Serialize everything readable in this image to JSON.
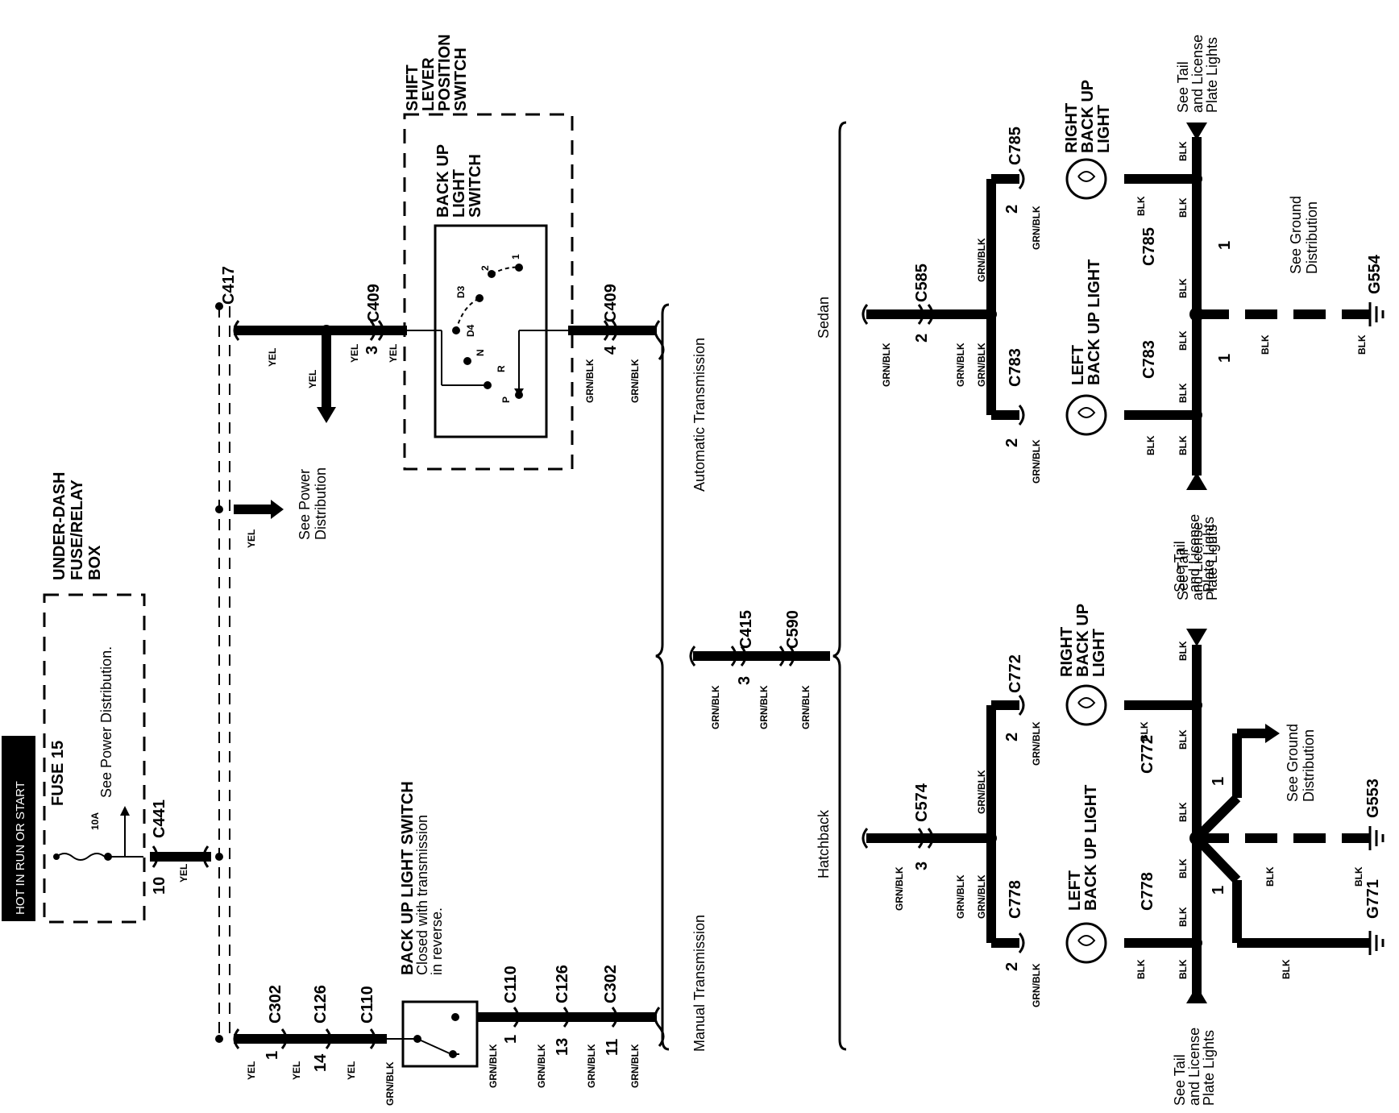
{
  "hot_label": "HOT IN RUN OR START",
  "fuse_box": {
    "title": "UNDER-DASH FUSE/RELAY BOX",
    "fuse": "FUSE 15",
    "rating": "10A",
    "note": "See Power Distribution."
  },
  "connectors": {
    "c441": "C441",
    "c417": "C417",
    "c409a": "C409",
    "c409b": "C409",
    "c302a": "C302",
    "c126a": "C126",
    "c110a": "C110",
    "c110b": "C110",
    "c126b": "C126",
    "c302b": "C302",
    "c415": "C415",
    "c590": "C590",
    "c574": "C574",
    "c585": "C585",
    "c778a": "C778",
    "c778b": "C778",
    "c772a": "C772",
    "c772b": "C772",
    "c783a": "C783",
    "c783b": "C783",
    "c785a": "C785",
    "c785b": "C785",
    "g553": "G553",
    "g554": "G554",
    "g771": "G771"
  },
  "wires": {
    "yel": "YEL",
    "grn_blk": "GRN/BLK",
    "blk": "BLK"
  },
  "pins": {
    "p10": "10",
    "p1": "1",
    "p14": "14",
    "p3": "3",
    "p4": "4",
    "p13": "13",
    "p11": "11",
    "p2": "2"
  },
  "switch_positions": {
    "p": "P",
    "r": "R",
    "n": "N",
    "d4": "D4",
    "d3": "D3",
    "two": "2",
    "one": "1"
  },
  "components": {
    "shift_lever": "SHIFT LEVER POSITION SWITCH",
    "backup_switch_auto": "BACK UP LIGHT SWITCH",
    "backup_switch_manual": "BACK UP LIGHT SWITCH",
    "backup_switch_note": "Closed with transmission in reverse.",
    "left_light": "LEFT BACK UP LIGHT",
    "right_light": "RIGHT BACK UP LIGHT"
  },
  "refs": {
    "power": "See Power Distribution",
    "ground": "See Ground Distribution",
    "tail": "See Tail and License Plate Lights"
  },
  "sections": {
    "manual": "Manual Transmission",
    "automatic": "Automatic Transmission",
    "hatchback": "Hatchback",
    "sedan": "Sedan"
  }
}
